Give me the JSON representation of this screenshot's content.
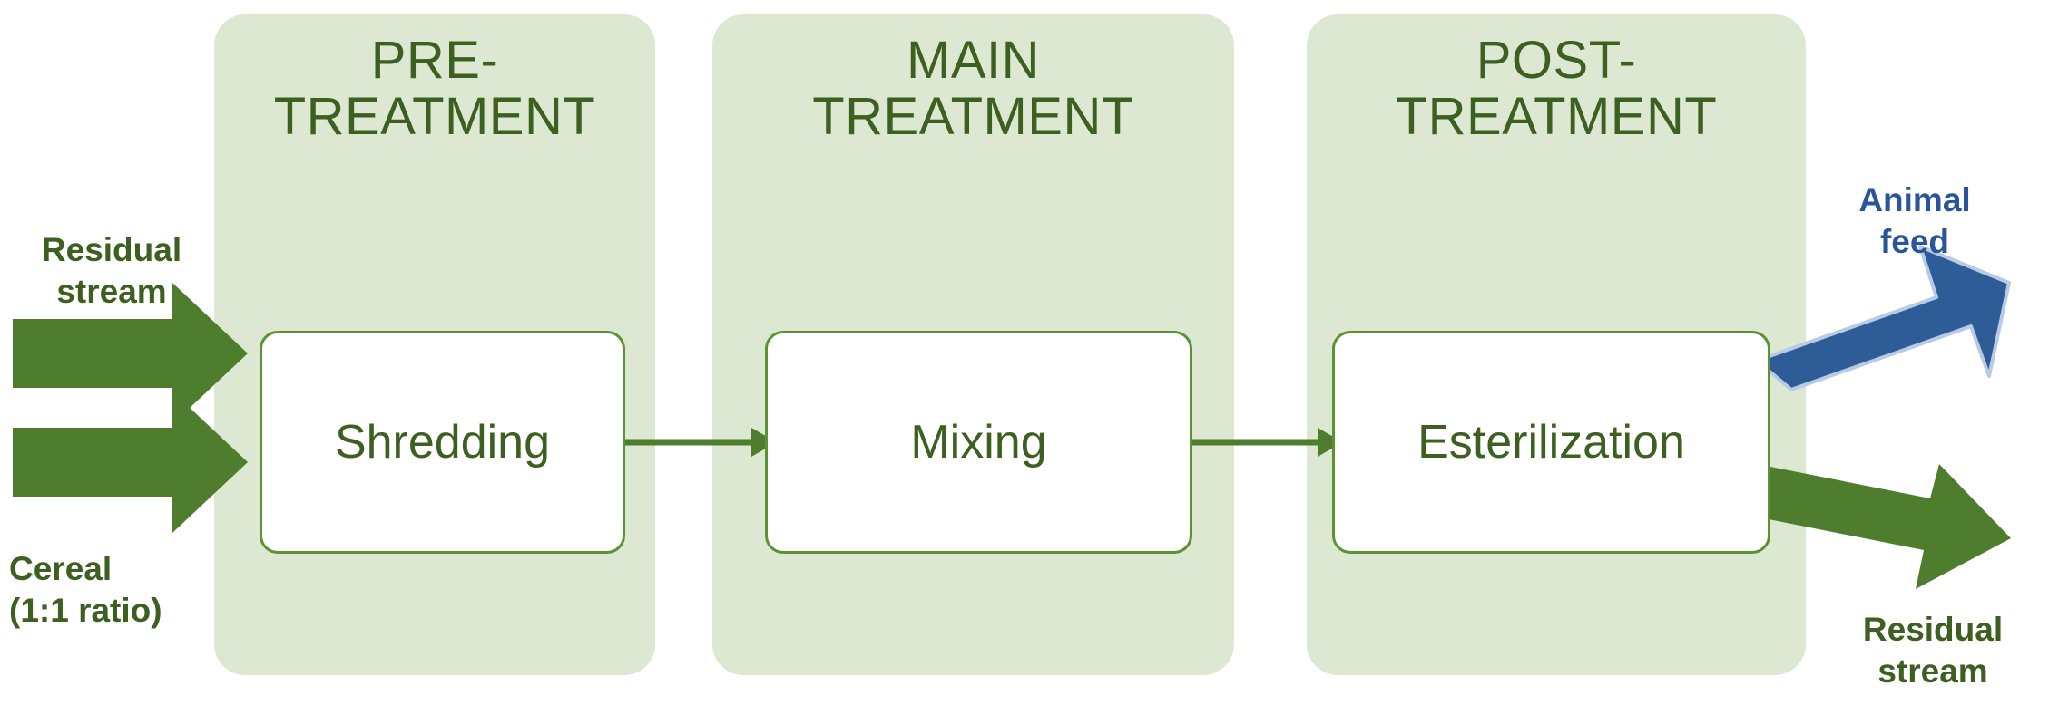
{
  "diagram": {
    "type": "process-flow",
    "title": "",
    "colors": {
      "panel_fill": "#DDE8D3",
      "panel_text": "#3D6021",
      "box_fill": "#FFFFFF",
      "box_border": "#5B9334",
      "arrow_green": "#4E7D2E",
      "arrow_blue": "#2E5C96",
      "label_green": "#3D6021",
      "label_blue": "#2A5699",
      "background": "#FFFFFF"
    },
    "stages": [
      {
        "id": "pre",
        "title": "PRE-\nTREATMENT",
        "title_line1": "PRE-",
        "title_line2": "TREATMENT",
        "step": "Shredding"
      },
      {
        "id": "main",
        "title": "MAIN\nTREATMENT",
        "title_line1": "MAIN",
        "title_line2": "TREATMENT",
        "step": "Mixing"
      },
      {
        "id": "post",
        "title": "POST-\nTREATMENT",
        "title_line1": "POST-",
        "title_line2": "TREATMENT",
        "step": "Esterilization"
      }
    ],
    "inputs": [
      {
        "id": "residual-in",
        "line1": "Residual",
        "line2": "stream",
        "color": "green"
      },
      {
        "id": "cereal-in",
        "line1": "Cereal",
        "line2": "(1:1 ratio)",
        "color": "green"
      }
    ],
    "outputs": [
      {
        "id": "animal-feed-out",
        "line1": "Animal",
        "line2": "feed",
        "color": "blue"
      },
      {
        "id": "residual-out",
        "line1": "Residual",
        "line2": "stream",
        "color": "green"
      }
    ],
    "connectors": [
      {
        "from": "Shredding",
        "to": "Mixing"
      },
      {
        "from": "Mixing",
        "to": "Esterilization"
      }
    ]
  }
}
